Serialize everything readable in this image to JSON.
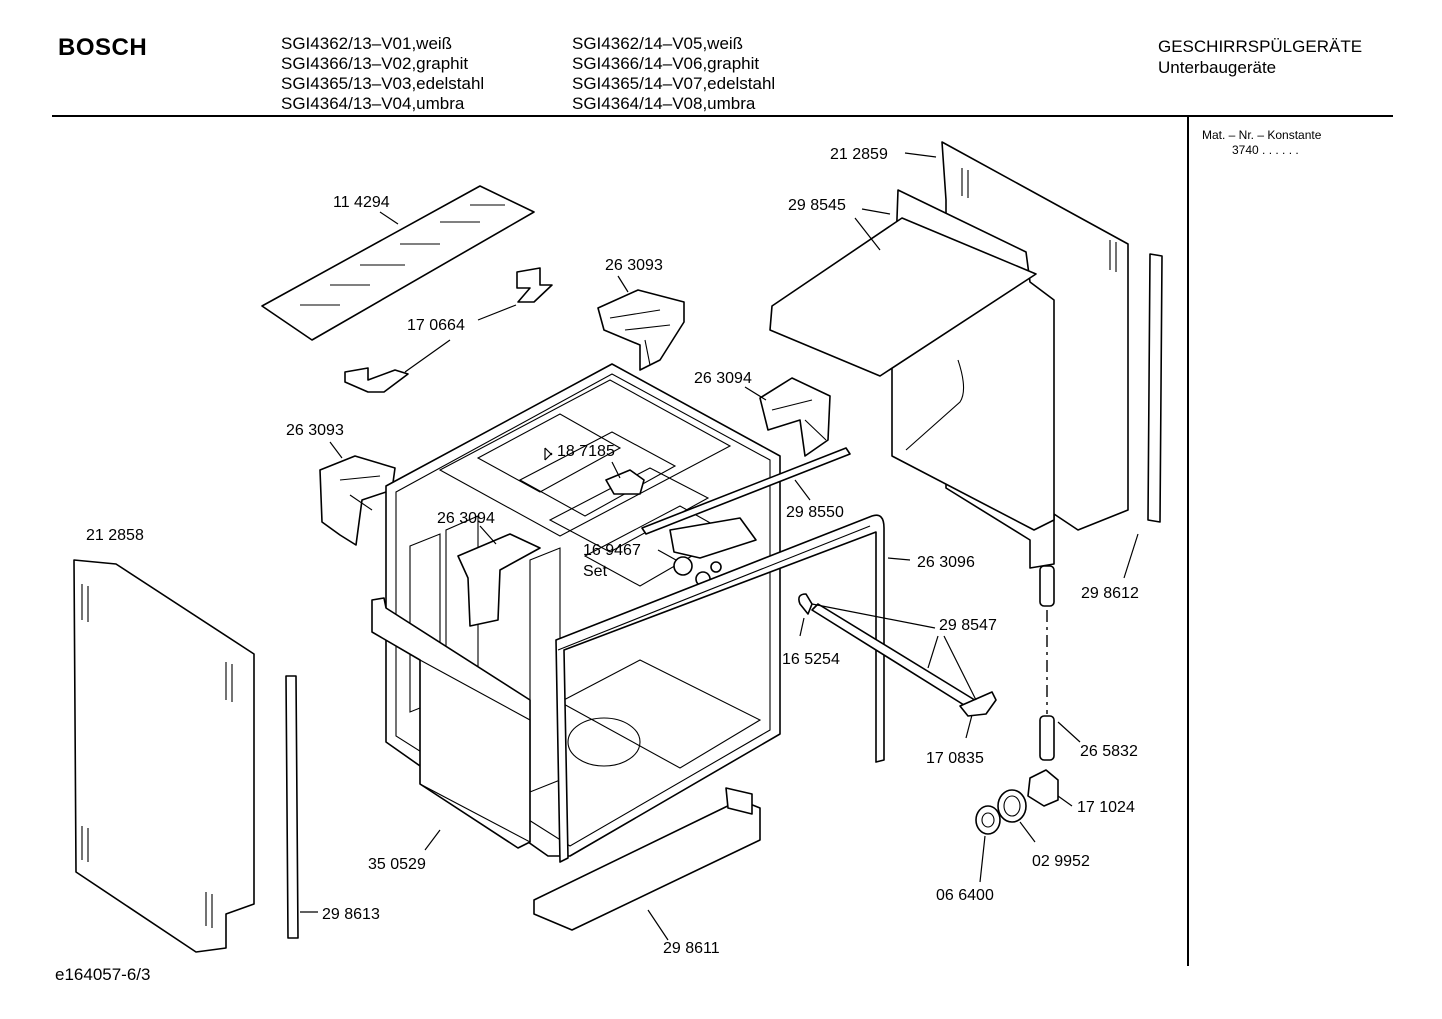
{
  "header": {
    "brand": "BOSCH",
    "models_col1": [
      "SGI4362/13–V01,weiß",
      "SGI4366/13–V02,graphit",
      "SGI4365/13–V03,edelstahl",
      "SGI4364/13–V04,umbra"
    ],
    "models_col2": [
      "SGI4362/14–V05,weiß",
      "SGI4366/14–V06,graphit",
      "SGI4365/14–V07,edelstahl",
      "SGI4364/14–V08,umbra"
    ],
    "category": "GESCHIRRSPÜLGERÄTE",
    "subcategory": "Unterbaugeräte"
  },
  "side_note": {
    "label": "Mat. – Nr. – Konstante",
    "value": "3740  .  .  .  .  .  ."
  },
  "footer": {
    "drawing_id": "e164057-6/3"
  },
  "parts": [
    {
      "label": "21 2859"
    },
    {
      "label": "29 8545"
    },
    {
      "label": "11 4294"
    },
    {
      "label": "26 3093"
    },
    {
      "label": "17 0664"
    },
    {
      "label": "26 3094"
    },
    {
      "label": "26 3093"
    },
    {
      "label": "18 7185"
    },
    {
      "label": "29 8550"
    },
    {
      "label": "26 3094"
    },
    {
      "label": "21 2858"
    },
    {
      "label": "16 9467"
    },
    {
      "label": "Set"
    },
    {
      "label": "26 3096"
    },
    {
      "label": "29 8612"
    },
    {
      "label": "29 8547"
    },
    {
      "label": "16 5254"
    },
    {
      "label": "17 0835"
    },
    {
      "label": "26 5832"
    },
    {
      "label": "17 1024"
    },
    {
      "label": "35 0529"
    },
    {
      "label": "02 9952"
    },
    {
      "label": "06 6400"
    },
    {
      "label": "29 8613"
    },
    {
      "label": "29 8611"
    }
  ]
}
